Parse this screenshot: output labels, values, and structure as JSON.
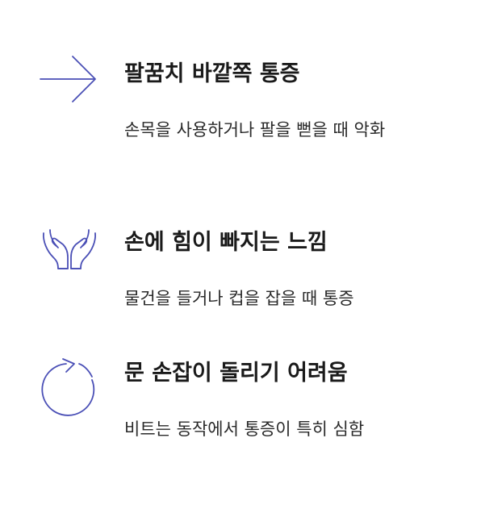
{
  "accent_color": "#4a4fb6",
  "symptoms": [
    {
      "icon": "arrow-right-icon",
      "title": "팔꿈치 바깥쪽 통증",
      "description": "손목을 사용하거나 팔을 뻗을 때 악화"
    },
    {
      "icon": "open-hands-icon",
      "title": "손에 힘이 빠지는 느낌",
      "description": "물건을 들거나 컵을 잡을 때 통증"
    },
    {
      "icon": "rotate-icon",
      "title": "문 손잡이 돌리기 어려움",
      "description": "비트는 동작에서 통증이 특히 심함"
    }
  ]
}
